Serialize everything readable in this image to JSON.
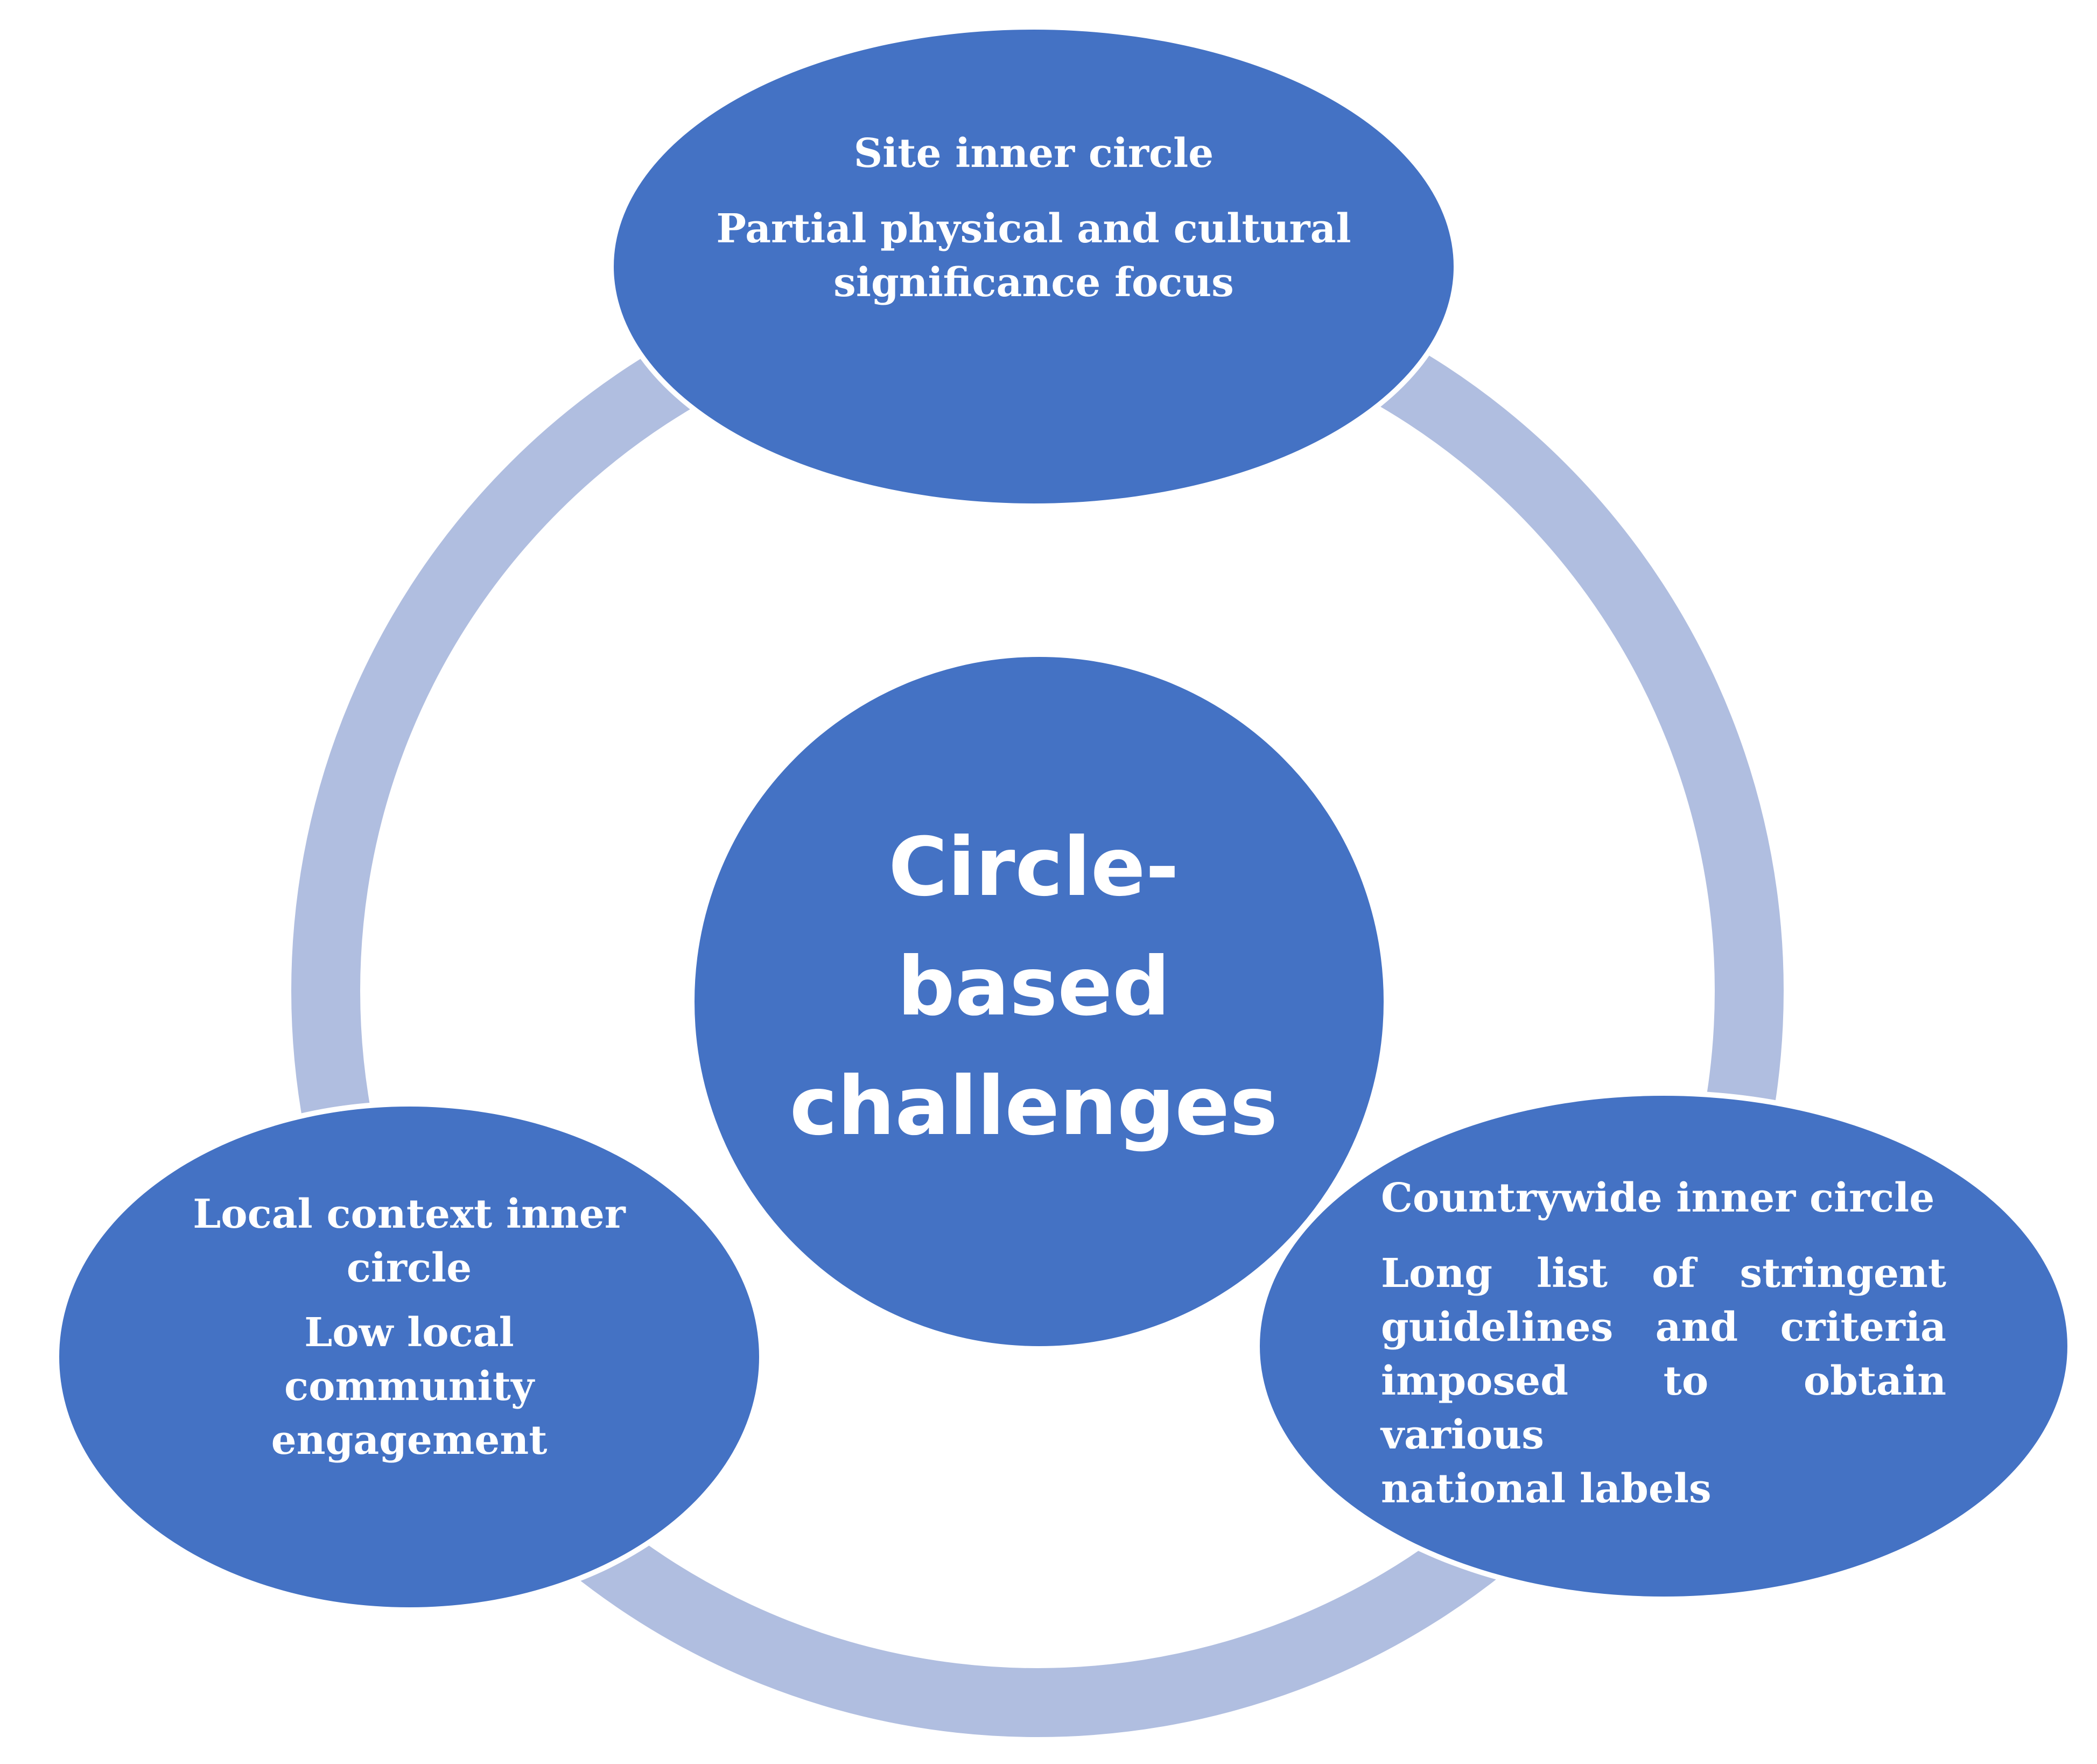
{
  "colors": {
    "node_fill": "#4472c4",
    "ring": "#b0bee0",
    "node_border": "#ffffff",
    "text": "#ffffff"
  },
  "center": {
    "lines": [
      "Circle-",
      "based",
      "challenges"
    ]
  },
  "nodes": {
    "site": {
      "title": "Site inner circle",
      "body_lines": [
        "Partial physical and cultural",
        "significance focus"
      ]
    },
    "local": {
      "title_lines": [
        "Local context inner",
        "circle"
      ],
      "body_lines": [
        "Low local",
        "community",
        "engagement"
      ]
    },
    "country": {
      "title": "Countrywide inner circle",
      "body_lines": [
        "Long list of stringent",
        "guidelines and criteria",
        "imposed to obtain various",
        "national labels"
      ]
    }
  }
}
